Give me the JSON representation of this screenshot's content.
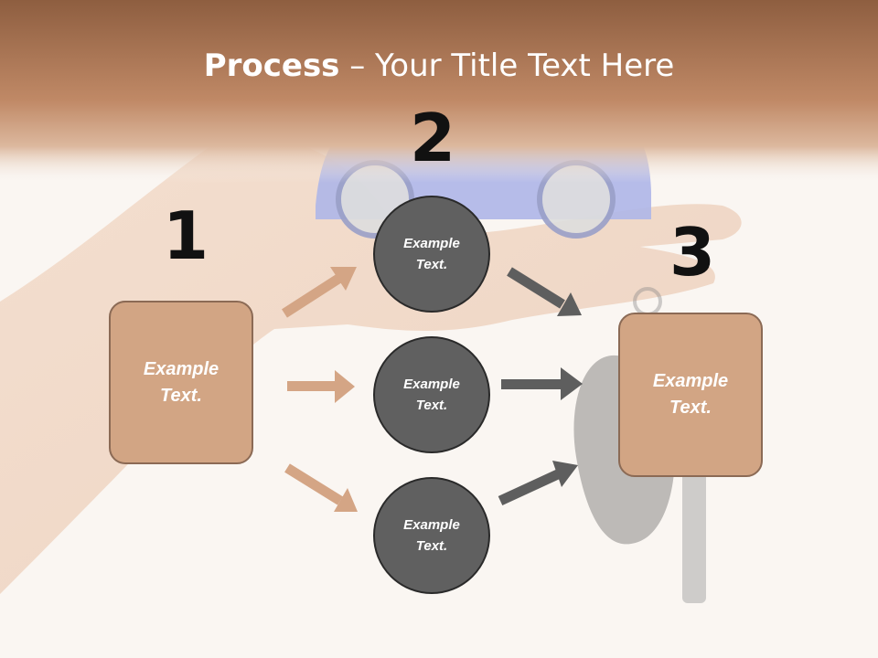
{
  "title": {
    "bold": "Process",
    "rest": " – Your Title Text Here"
  },
  "steps": {
    "one": "1",
    "two": "2",
    "three": "3"
  },
  "left_box": {
    "line1": "Example",
    "line2": "Text."
  },
  "right_box": {
    "line1": "Example",
    "line2": "Text."
  },
  "circles": [
    {
      "line1": "Example",
      "line2": "Text."
    },
    {
      "line1": "Example",
      "line2": "Text."
    },
    {
      "line1": "Example",
      "line2": "Text."
    }
  ],
  "colors": {
    "header_brown": "#a6704d",
    "box_fill": "#d2a584",
    "circle_fill": "#606060",
    "arrow_tan": "#d4a585",
    "arrow_gray": "#5e5e5e"
  },
  "background_image": "hand-holding-toy-car-and-keys"
}
